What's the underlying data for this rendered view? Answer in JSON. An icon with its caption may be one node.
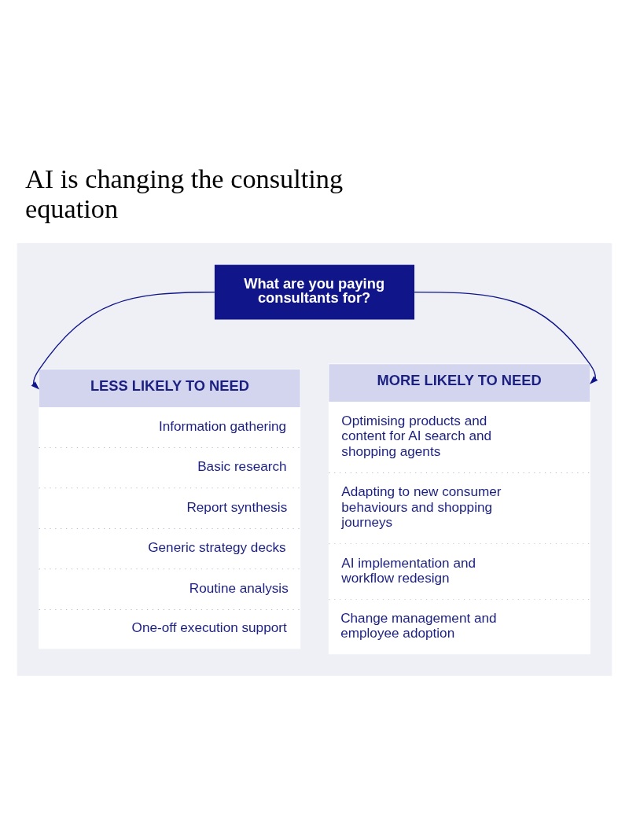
{
  "diagram": {
    "title": "AI is changing the consulting equation",
    "nodes": [
      {
        "text": [],
        "shape": "box"
      },
      {
        "text": [
          "What are you paying consultants for?"
        ],
        "in": 0
      },
      {
        "text": [
          "LESS LIKELY TO NEED",
          "Information gathering",
          "Basic research",
          "Report synthesis",
          "Generic strategy decks",
          "Routine analysis",
          "One-off execution support"
        ],
        "in": 0
      },
      {
        "text": [
          "MORE LIKELY TO NEED",
          "Optimising products and content for AI search and shopping agents",
          "Adapting to new consumer behaviours and shopping journeys",
          "AI implementation and workflow redesign",
          "Change management and employee adoption"
        ],
        "in": 0
      }
    ],
    "edges": [
      {
        "from": 1,
        "to": 2,
        "arrow": "to"
      },
      {
        "from": 1,
        "to": 3,
        "arrow": "to"
      }
    ]
  }
}
